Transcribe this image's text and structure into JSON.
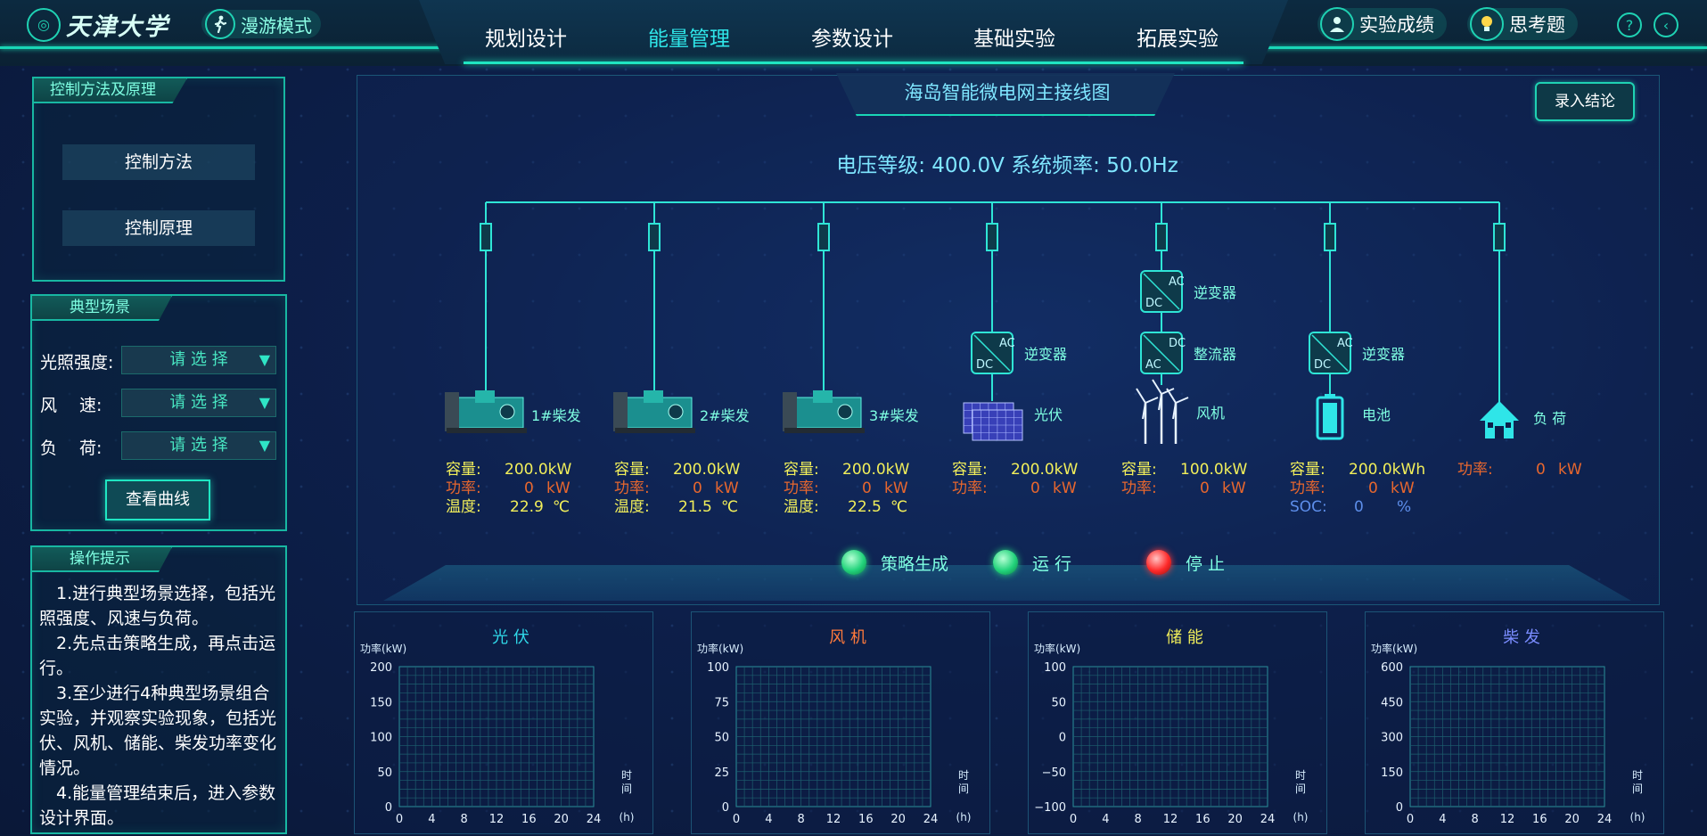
{
  "header": {
    "logo_text": "天津大学",
    "roam_mode": "漫游模式",
    "nav": [
      {
        "label": "规划设计",
        "active": false
      },
      {
        "label": "能量管理",
        "active": true
      },
      {
        "label": "参数设计",
        "active": false
      },
      {
        "label": "基础实验",
        "active": false
      },
      {
        "label": "拓展实验",
        "active": false
      }
    ],
    "score": "实验成绩",
    "think": "思考题",
    "help": "?",
    "back": "‹"
  },
  "control": {
    "title": "控制方法及原理",
    "method": "控制方法",
    "principle": "控制原理"
  },
  "scenario": {
    "title": "典型场景",
    "fields": [
      {
        "label": "光照强度:",
        "value": "请 选 择"
      },
      {
        "label": "风　 速:",
        "value": "请 选 择"
      },
      {
        "label": " 负　 荷:",
        "value": "请 选 择"
      }
    ],
    "curve_button": "查看曲线"
  },
  "tips": {
    "title": "操作提示",
    "lines": [
      "　1.进行典型场景选择，包括光照强度、风速与负荷。",
      "　2.先点击策略生成，再点击运行。",
      "　3.至少进行4种典型场景组合实验，并观察实验现象，包括光伏、风机、储能、柴发功率变化情况。",
      "　4.能量管理结束后，进入参数设计界面。"
    ]
  },
  "diagram": {
    "title": "海岛智能微电网主接线图",
    "enter_conclusion": "录入结论",
    "bus_info": "电压等级: 400.0V  系统频率: 50.0Hz",
    "converter_labels": {
      "inverter": "逆变器",
      "rectifier": "整流器"
    },
    "units": [
      {
        "name": "1#柴发",
        "rows": [
          [
            "容量:",
            "200.0kW"
          ],
          [
            "功率:",
            "0",
            "kW"
          ],
          [
            "温度:",
            "22.9",
            "℃"
          ]
        ]
      },
      {
        "name": "2#柴发",
        "rows": [
          [
            "容量:",
            "200.0kW"
          ],
          [
            "功率:",
            "0",
            "kW"
          ],
          [
            "温度:",
            "21.5",
            "℃"
          ]
        ]
      },
      {
        "name": "3#柴发",
        "rows": [
          [
            "容量:",
            "200.0kW"
          ],
          [
            "功率:",
            "0",
            "kW"
          ],
          [
            "温度:",
            "22.5",
            "℃"
          ]
        ]
      },
      {
        "name": "光伏",
        "rows": [
          [
            "容量:",
            "200.0kW"
          ],
          [
            "功率:",
            "0",
            "kW"
          ]
        ]
      },
      {
        "name": "风机",
        "rows": [
          [
            "容量:",
            "100.0kW"
          ],
          [
            "功率:",
            "0",
            "kW"
          ]
        ]
      },
      {
        "name": "电池",
        "rows": [
          [
            "容量:",
            "200.0kWh"
          ],
          [
            "功率:",
            "0",
            "kW"
          ],
          [
            "SOC:",
            "0",
            "%"
          ]
        ]
      },
      {
        "name": "负 荷",
        "rows": [
          [
            "功率:",
            "0",
            "kW"
          ]
        ]
      }
    ],
    "status": [
      {
        "label": "策略生成",
        "color": "green"
      },
      {
        "label": "运 行",
        "color": "green"
      },
      {
        "label": "停 止",
        "color": "red"
      }
    ]
  },
  "chart_data": [
    {
      "type": "line",
      "title": "光 伏",
      "ylabel": "功率(kW)",
      "xlabel": "时间(h)",
      "ylim": [
        0,
        200
      ],
      "yticks": [
        0,
        50,
        100,
        150,
        200
      ],
      "xlim": [
        0,
        24
      ],
      "xticks": [
        0,
        4,
        8,
        12,
        16,
        20,
        24
      ],
      "series": [],
      "title_color": "#2fd8e8"
    },
    {
      "type": "line",
      "title": "风 机",
      "ylabel": "功率(kW)",
      "xlabel": "时间(h)",
      "ylim": [
        0,
        100
      ],
      "yticks": [
        0,
        25,
        50,
        75,
        100
      ],
      "xlim": [
        0,
        24
      ],
      "xticks": [
        0,
        4,
        8,
        12,
        16,
        20,
        24
      ],
      "series": [],
      "title_color": "#ff7a3c"
    },
    {
      "type": "line",
      "title": "储 能",
      "ylabel": "功率(kW)",
      "xlabel": "时间(h)",
      "ylim": [
        -100,
        100
      ],
      "yticks": [
        -100,
        -50,
        0,
        50,
        100
      ],
      "xlim": [
        0,
        24
      ],
      "xticks": [
        0,
        4,
        8,
        12,
        16,
        20,
        24
      ],
      "series": [],
      "title_color": "#f2ef5a"
    },
    {
      "type": "line",
      "title": "柴 发",
      "ylabel": "功率(kW)",
      "xlabel": "时间(h)",
      "ylim": [
        0,
        600
      ],
      "yticks": [
        0,
        150,
        300,
        450,
        600
      ],
      "xlim": [
        0,
        24
      ],
      "xticks": [
        0,
        4,
        8,
        12,
        16,
        20,
        24
      ],
      "series": [],
      "title_color": "#7a8cff"
    }
  ],
  "colors": {
    "accent": "#19d6b6",
    "label_yellow": "#f2ef5a",
    "label_orange": "#e8672e",
    "label_blue": "#5d8eea"
  }
}
